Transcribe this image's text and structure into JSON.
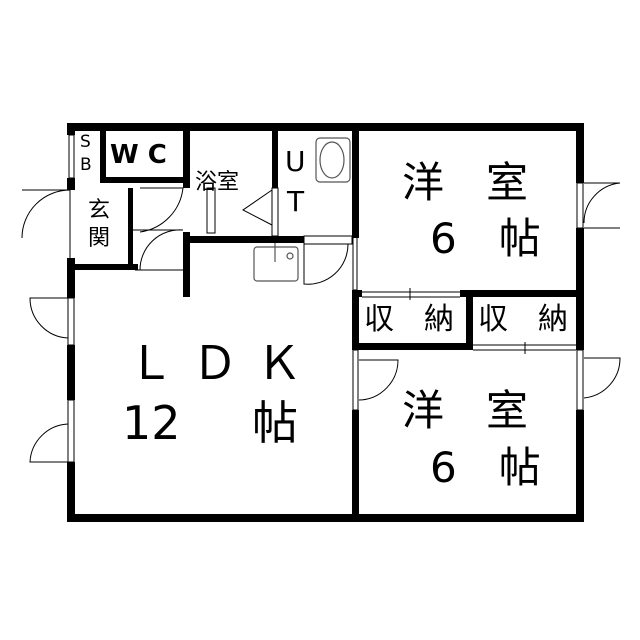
{
  "rooms": {
    "sb": {
      "label_top": "S",
      "label_bottom": "B"
    },
    "wc": {
      "label": "W C"
    },
    "bath": {
      "label": "浴室"
    },
    "ut": {
      "label_top": "U",
      "label_bottom": "T"
    },
    "entrance": {
      "label_top": "玄",
      "label_bottom": "関"
    },
    "western_room_1": {
      "name": "洋　室",
      "size": "6　帖"
    },
    "western_room_2": {
      "name": "洋　室",
      "size": "6　帖"
    },
    "closet_1": {
      "label": "収　納"
    },
    "closet_2": {
      "label": "収　納"
    },
    "ldk": {
      "name": "ＬＤＫ",
      "size_number": "12",
      "size_unit": "帖"
    }
  },
  "colors": {
    "wall": "#000000",
    "background": "#ffffff",
    "fixture": "#555555"
  }
}
